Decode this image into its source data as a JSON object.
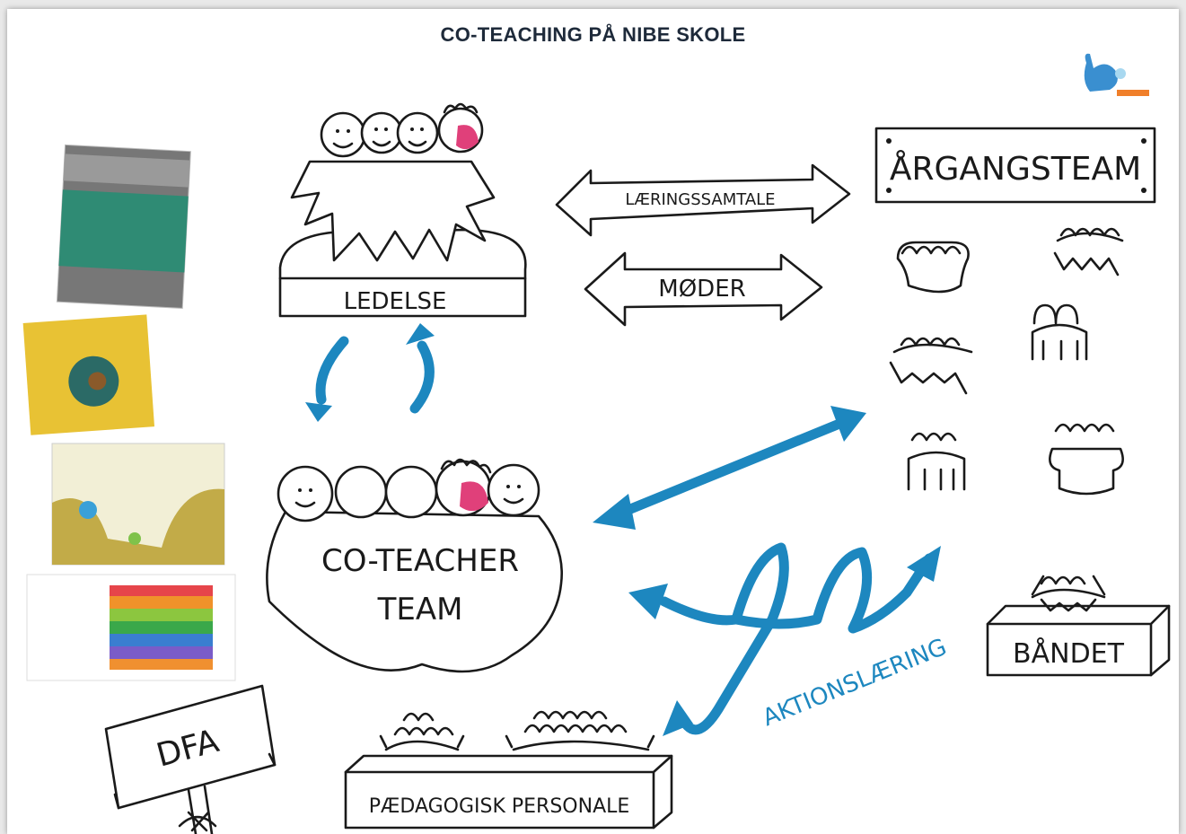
{
  "title": "CO-TEACHING PÅ NIBE SKOLE",
  "labels": {
    "ledelse": "LEDELSE",
    "laeringssamtale": "LÆRINGSSAMTALE",
    "moeder": "MØDER",
    "aargangsteam": "ÅRGANGSTEAM",
    "coteacher_line1": "CO-TEACHER",
    "coteacher_line2": "TEAM",
    "aktionslaering": "AKTIONSLÆRING",
    "baandet": "BÅNDET",
    "paedagogisk": "PÆDAGOGISK PERSONALE",
    "dfa": "DFA"
  },
  "colors": {
    "accent_blue": "#1d87bf",
    "ink": "#1a1a1a",
    "face_pink": "#e0407a"
  }
}
